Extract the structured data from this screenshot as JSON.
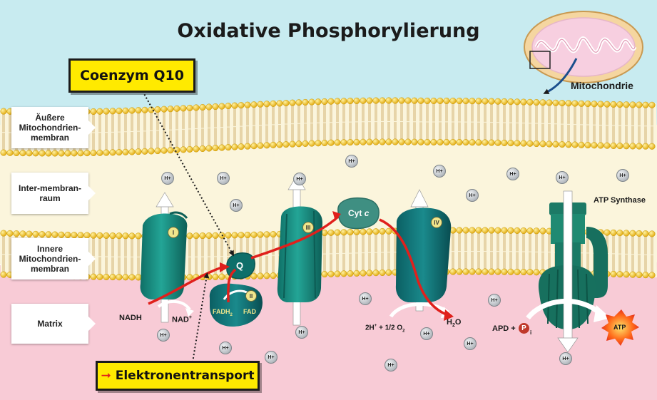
{
  "title": "Oxidative Phosphorylierung",
  "mitochondrion_label": "Mitochondrie",
  "side_labels": {
    "outer_membrane": "Äußere Mitochondrien-membran",
    "intermembrane_space": "Inter-membran-raum",
    "inner_membrane": "Innere Mitochondrien-membran",
    "matrix": "Matrix"
  },
  "callouts": {
    "coenzyme": "Coenzym Q10",
    "electron_transport": "Elektronentransport"
  },
  "complexes": {
    "complex_1": "I",
    "complex_2": "II",
    "complex_3": "III",
    "complex_4": "IV",
    "coenzyme_q": "Q",
    "cytochrome_c_main": "Cyt",
    "cytochrome_c_italic": "c",
    "atp_synthase": "ATP Synthase"
  },
  "matrix_labels": {
    "nadh": "NADH",
    "nad_plus": "NAD",
    "nad_sup": "+",
    "fadh2": "FADH",
    "fadh2_sub": "2",
    "fad": "FAD",
    "reaction": "2H",
    "reaction_sup": "+",
    "reaction_rest": " + 1/2 O",
    "reaction_sub": "2",
    "water": "H",
    "water_sub": "2",
    "water_rest": "O",
    "adp": "APD +",
    "phosphate": "P",
    "phosphate_sub": "i",
    "atp": "ATP"
  },
  "proton_label": "H+",
  "colors": {
    "sky": "#c8ebf0",
    "intermembrane": "#fbf5dc",
    "matrix": "#f8cbd6",
    "complex_teal": "#1a8f83",
    "electron_arrow": "#e0201c",
    "callout_yellow": "#ffea00",
    "lipid_head": "#f2c21b"
  }
}
